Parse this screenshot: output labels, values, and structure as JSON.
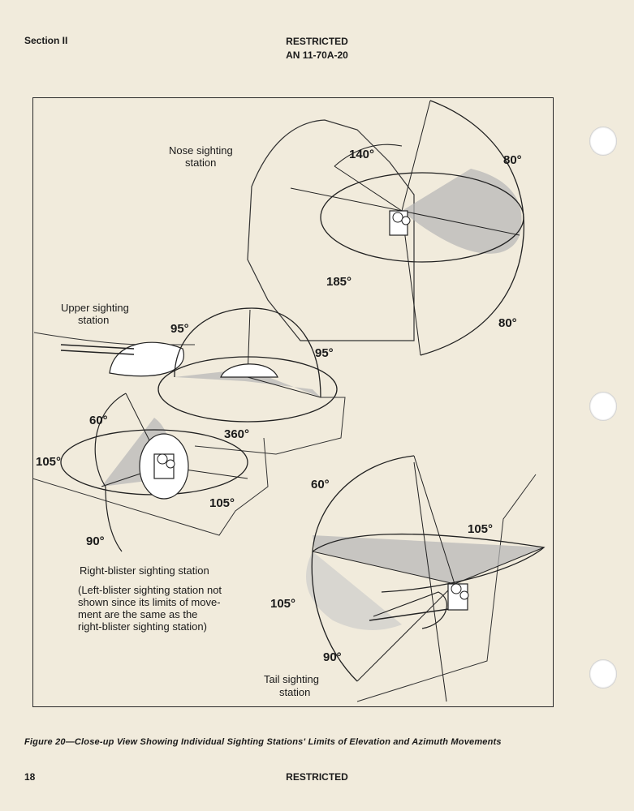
{
  "header": {
    "section": "Section II",
    "classification": "RESTRICTED",
    "doc_number": "AN 11-70A-20"
  },
  "figure": {
    "nose": {
      "label_line1": "Nose sighting",
      "label_line2": "station",
      "angle_top": "140°",
      "angle_right_top": "80°",
      "angle_bottom": "185°",
      "angle_right_bottom": "80°"
    },
    "upper": {
      "label_line1": "Upper sighting",
      "label_line2": "station",
      "angle_left": "95°",
      "angle_right": "95°",
      "angle_bottom": "360°"
    },
    "blister": {
      "angle_top": "60°",
      "angle_left": "105°",
      "angle_right": "105°",
      "angle_bottom": "90°",
      "label": "Right-blister sighting station",
      "note_line1": "(Left-blister sighting station not",
      "note_line2": "shown since its limits of move-",
      "note_line3": "ment are the same as the",
      "note_line4": "right-blister sighting station)"
    },
    "tail": {
      "angle_top": "60°",
      "angle_right": "105°",
      "angle_left": "105°",
      "angle_bottom": "90°",
      "label_line1": "Tail sighting",
      "label_line2": "station"
    }
  },
  "caption": "Figure 20—Close-up View Showing Individual Sighting Stations' Limits of Elevation and Azimuth Movements",
  "footer": {
    "page_number": "18",
    "classification": "RESTRICTED"
  }
}
